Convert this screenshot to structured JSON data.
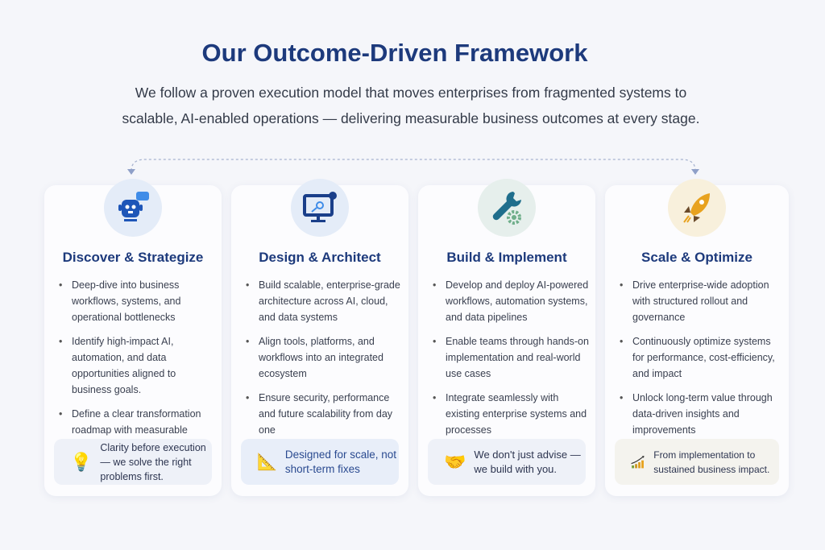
{
  "header": {
    "title": "Our Outcome-Driven Framework",
    "subtitle_line1": "We follow a proven execution model that moves enterprises from fragmented systems to",
    "subtitle_line2": "scalable, AI-enabled operations — delivering measurable business outcomes at every stage."
  },
  "cards": [
    {
      "title": "Discover & Strategize",
      "icon": "robot-chat-icon",
      "bullets": [
        "Deep-dive into business workflows, systems, and operational bottlenecks",
        "Identify high-impact AI, automation, and data opportunities aligned to business goals.",
        "Define a clear transformation roadmap with measurable"
      ],
      "callout": "Clarity before execution — we solve the right problems first.",
      "callout_icon": "lightbulb-icon"
    },
    {
      "title": "Design & Architect",
      "icon": "monitor-gear-icon",
      "bullets": [
        "Build scalable, enterprise-grade architecture across AI, cloud, and data systems",
        "Align tools, platforms, and workflows into an integrated ecosystem",
        "Ensure security, performance and future scalability from day one"
      ],
      "callout": "Designed for scale, not short-term fixes",
      "callout_icon": "ruler-pencil-icon"
    },
    {
      "title": "Build & Implement",
      "icon": "wrench-gear-icon",
      "bullets": [
        "Develop and deploy AI-powered workflows, automation systems, and data pipelines",
        "Enable teams through hands-on implementation and real-world use cases",
        "Integrate seamlessly with existing enterprise systems and processes"
      ],
      "callout": "We don't just advise — we build with you.",
      "callout_icon": "handshake-icon"
    },
    {
      "title": "Scale & Optimize",
      "icon": "rocket-icon",
      "bullets": [
        "Drive enterprise-wide adoption with structured rollout and governance",
        "Continuously optimize systems for performance, cost-efficiency, and impact",
        "Unlock long-term value through data-driven insights and improvements"
      ],
      "callout": "From implementation to sustained business impact.",
      "callout_icon": "growth-chart-icon"
    }
  ]
}
